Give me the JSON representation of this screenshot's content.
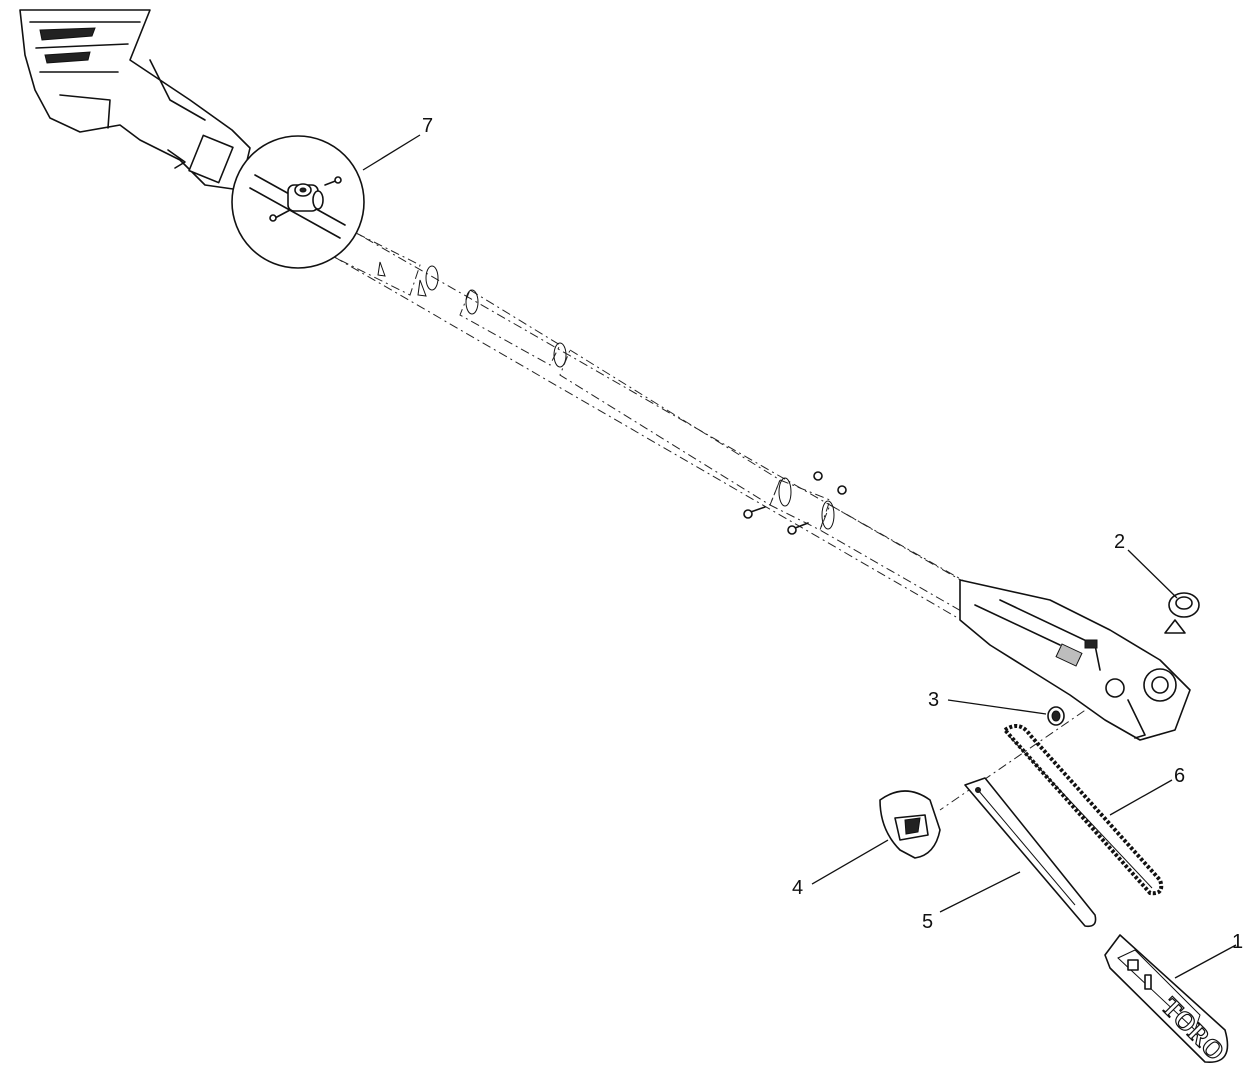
{
  "callouts": [
    {
      "id": "1",
      "label": "1"
    },
    {
      "id": "2",
      "label": "2"
    },
    {
      "id": "3",
      "label": "3"
    },
    {
      "id": "4",
      "label": "4"
    },
    {
      "id": "5",
      "label": "5"
    },
    {
      "id": "6",
      "label": "6"
    },
    {
      "id": "7",
      "label": "7"
    }
  ],
  "parts": {
    "scabbard_logo": "TORO"
  }
}
